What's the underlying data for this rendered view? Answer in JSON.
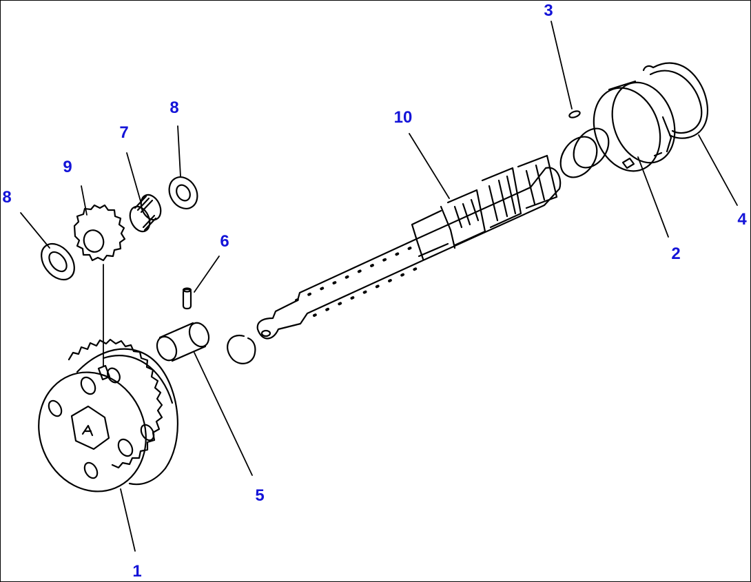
{
  "diagram": {
    "kind": "exploded parts view",
    "callout_color": "#1414d8",
    "line_color": "#000000",
    "callouts": [
      "1",
      "2",
      "3",
      "4",
      "5",
      "6",
      "7",
      "8",
      "8",
      "9",
      "10"
    ]
  }
}
